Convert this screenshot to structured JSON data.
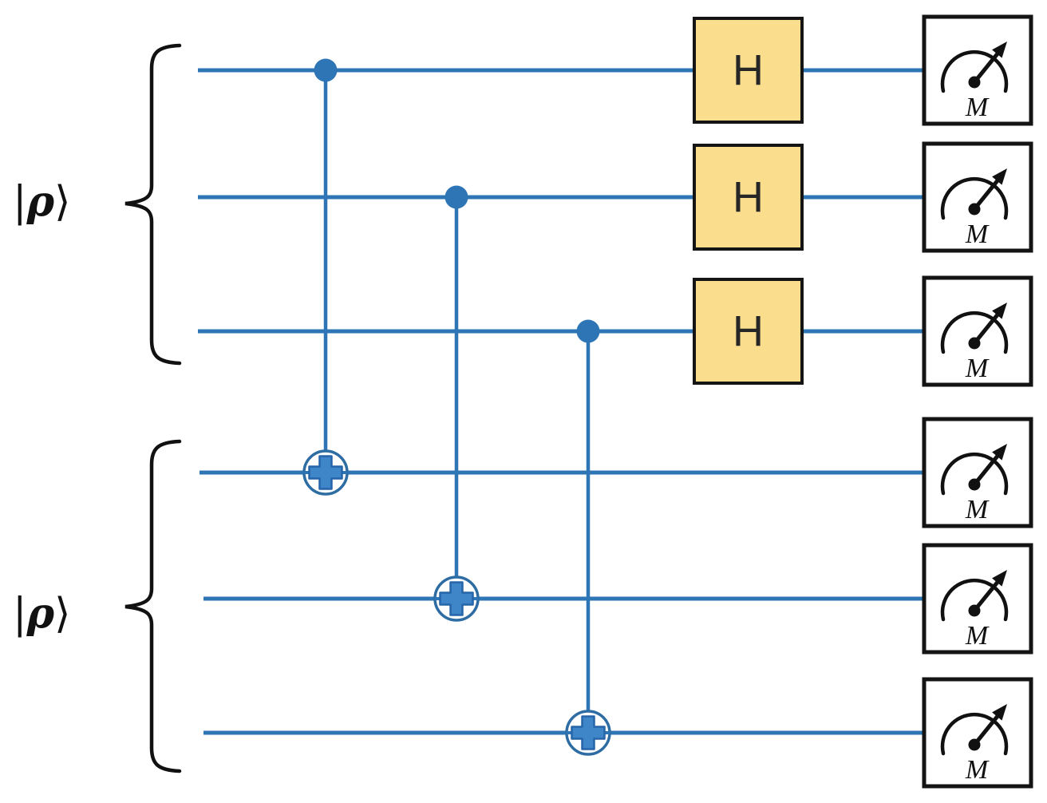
{
  "diagram": {
    "type": "quantum-circuit",
    "hadamard_label": "H",
    "measurement_label": "M",
    "registers": [
      {
        "label": "|ρ⟩",
        "ket_open": "|",
        "symbol": "ρ",
        "ket_close": "⟩",
        "qubits": 3
      },
      {
        "label": "|ρ⟩",
        "ket_open": "|",
        "symbol": "ρ",
        "ket_close": "⟩",
        "qubits": 3
      }
    ],
    "structure": {
      "qubit_count": 6,
      "cnot_pairs": [
        [
          1,
          4
        ],
        [
          2,
          5
        ],
        [
          3,
          6
        ]
      ],
      "hadamard_qubits": [
        1,
        2,
        3
      ],
      "measured_qubits": [
        1,
        2,
        3,
        4,
        5,
        6
      ]
    },
    "colors": {
      "wire_blue": "#2E75B6",
      "cnot_plus_fill": "#3E86C8",
      "hadamard_fill": "#FBDD8E",
      "box_border": "#141414",
      "ink": "#111111",
      "background": "#FFFFFF"
    }
  }
}
